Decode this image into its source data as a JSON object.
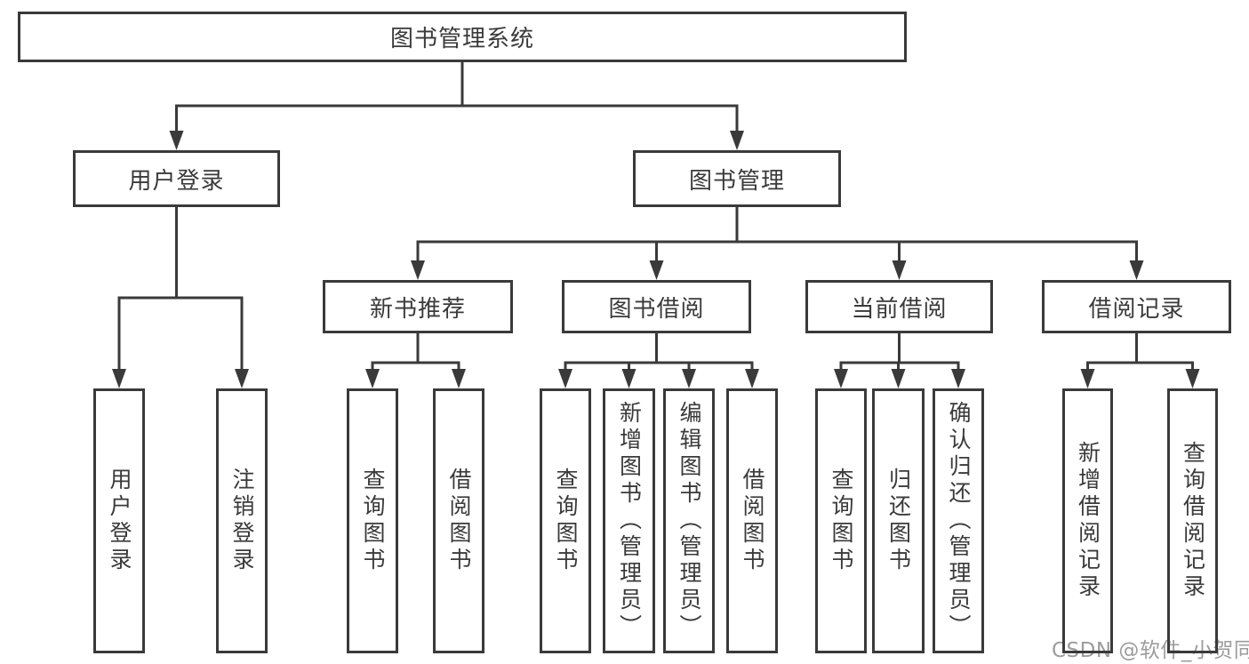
{
  "colors": {
    "line": "#3a3a3a",
    "text": "#3a3a3a",
    "background": "#ffffff",
    "watermark": "#9c9c9c"
  },
  "tree": {
    "root": {
      "label": "图书管理系统"
    },
    "branches": [
      {
        "label": "用户登录",
        "children": [
          {
            "label": "用户登录"
          },
          {
            "label": "注销登录"
          }
        ]
      },
      {
        "label": "图书管理",
        "children": [
          {
            "label": "新书推荐",
            "children": [
              {
                "label": "查询图书"
              },
              {
                "label": "借阅图书"
              }
            ]
          },
          {
            "label": "图书借阅",
            "children": [
              {
                "label": "查询图书"
              },
              {
                "label": "新增图书（管理员）"
              },
              {
                "label": "编辑图书（管理员）"
              },
              {
                "label": "借阅图书"
              }
            ]
          },
          {
            "label": "当前借阅",
            "children": [
              {
                "label": "查询图书"
              },
              {
                "label": "归还图书"
              },
              {
                "label": "确认归还（管理员）"
              }
            ]
          },
          {
            "label": "借阅记录",
            "children": [
              {
                "label": "新增借阅记录"
              },
              {
                "label": "查询借阅记录"
              }
            ]
          }
        ]
      }
    ]
  },
  "watermark": {
    "text": "CSDN @软件_小贺同学"
  }
}
